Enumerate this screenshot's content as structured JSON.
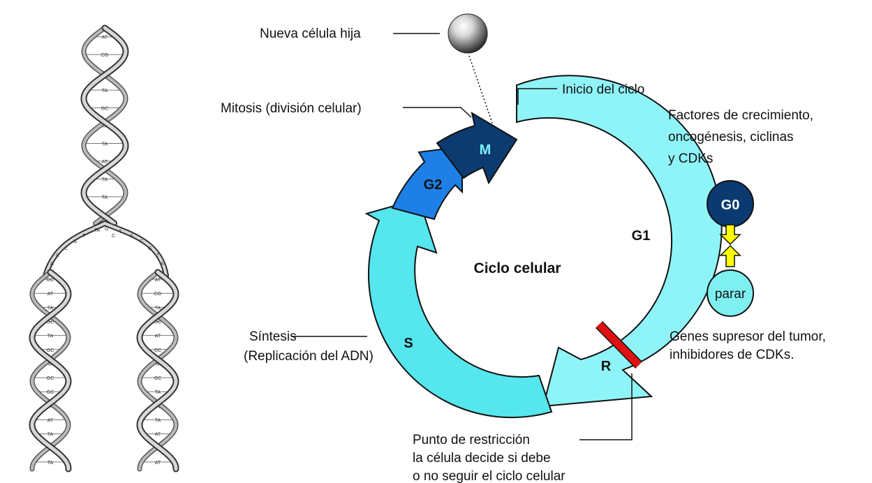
{
  "labels": {
    "new_cell": "Nueva célula hija",
    "cycle_start": "Inicio del ciclo",
    "mitosis": "Mitosis (división celular)",
    "synthesis_1": "Síntesis",
    "synthesis_2": "(Replicación del ADN)",
    "restriction_1": "Punto de restricción",
    "restriction_2": "la célula decide si debe",
    "restriction_3": "o no seguir el ciclo celular",
    "growth_1": "Factores de crecimiento,",
    "growth_2": "oncogénesis, ciclinas",
    "growth_3": "y CDKs",
    "suppressor_1": "Genes supresor del tumor,",
    "suppressor_2": "inhibidores de CDKs."
  },
  "cycle": {
    "center": "Ciclo celular",
    "phases": {
      "m": "M",
      "g2": "G2",
      "s": "S",
      "g1": "G1",
      "r": "R"
    },
    "g0": "G0",
    "stop": "parar"
  },
  "dna": {
    "top_pairs": [
      "AT",
      "CG",
      "CG",
      "TA",
      "GC",
      "TA",
      "TA",
      "AT",
      "TA",
      "TA",
      "GC"
    ],
    "left_pairs": [
      "GC",
      "AT",
      "TA",
      "GC",
      "TA",
      "GC",
      "TA",
      "GC",
      "GC",
      "TA",
      "AT",
      "TA",
      "GC",
      "TA"
    ],
    "right_pairs": [
      "AT",
      "CG",
      "TA",
      "GC",
      "AT",
      "GC",
      "TA",
      "GC",
      "TA",
      "GC",
      "TA",
      "AT",
      "GC",
      "AT"
    ],
    "fork_letters": [
      "TA",
      "T",
      "G",
      "C",
      "C",
      "A",
      "T",
      "A",
      "C",
      "G",
      "T",
      "A",
      "G",
      "C"
    ]
  },
  "colors": {
    "m": "#0b3a6e",
    "g2": "#1a7be0",
    "s_g1": "#52e8f0",
    "r_bar": "#e01010",
    "g0": "#0a3a70",
    "stop_circle": "#7ff0f0",
    "arrow_yellow": "#ffff00"
  }
}
